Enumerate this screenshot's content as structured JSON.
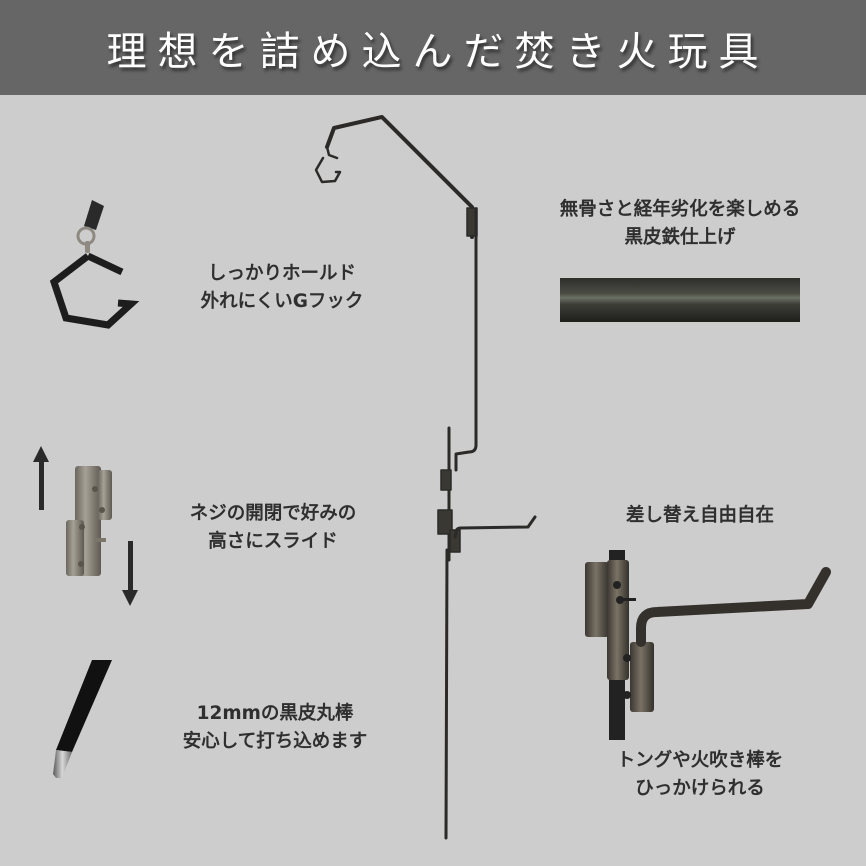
{
  "banner": {
    "title": "理想を詰め込んだ焚き火玩具"
  },
  "features": {
    "hook": {
      "line1": "しっかりホールド",
      "line2": "外れにくいGフック"
    },
    "finish": {
      "line1": "無骨さと経年劣化を楽しめる",
      "line2": "黒皮鉄仕上げ"
    },
    "slide": {
      "line1": "ネジの開閉で好みの",
      "line2": "高さにスライド"
    },
    "stake": {
      "line1": "12mmの黒皮丸棒",
      "line2": "安心して打ち込めます"
    },
    "swap": {
      "line1": "差し替え自由自在"
    },
    "tongs": {
      "line1": "トングや火吹き棒を",
      "line2": "ひっかけられる"
    }
  },
  "colors": {
    "banner_bg": "#666666",
    "page_bg": "#cdcdcd",
    "text": "#2f2f2f",
    "iron": "#2b2a29",
    "steel": "#8a857c"
  },
  "icons": [
    "g-hook-icon",
    "iron-bar-icon",
    "slide-joint-icon",
    "arrow-up-icon",
    "arrow-down-icon",
    "stake-tip-icon",
    "arm-bracket-icon",
    "fire-stand-product-icon"
  ]
}
